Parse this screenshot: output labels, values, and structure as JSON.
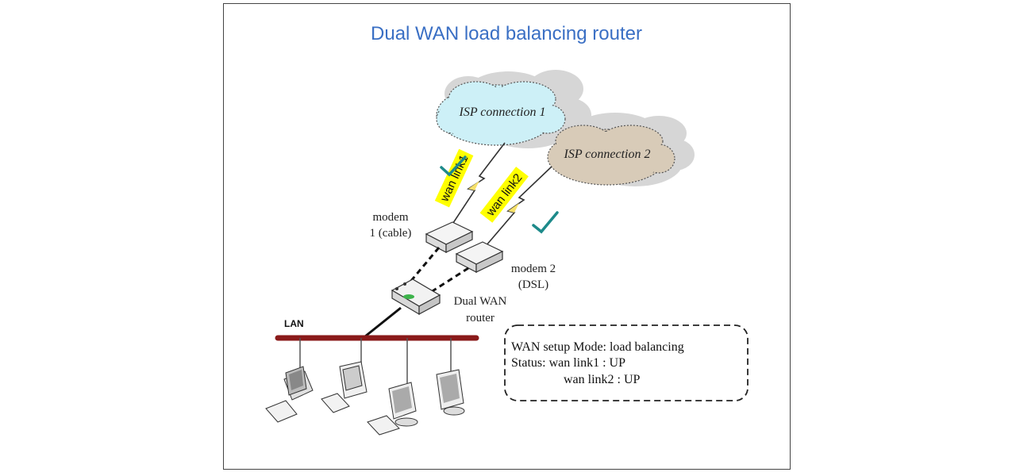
{
  "title": "Dual WAN load balancing router",
  "clouds": {
    "isp1": "ISP connection 1",
    "isp2": "ISP connection 2"
  },
  "links": {
    "wan1": "wan link1",
    "wan2": "wan link2"
  },
  "devices": {
    "modem1_line1": "modem",
    "modem1_line2": "1 (cable)",
    "modem2_line1": "modem 2",
    "modem2_line2": "(DSL)",
    "router_line1": "Dual WAN",
    "router_line2": "router",
    "lan": "LAN"
  },
  "status_box": {
    "line1": "WAN setup Mode: load balancing",
    "line2": "Status: wan link1 : UP",
    "line3": "wan link2 : UP"
  },
  "colors": {
    "title": "#3a6fc4",
    "cloud1_fill": "#cdf0f7",
    "cloud2_fill": "#d8cbb8",
    "highlight": "#ffff00",
    "lan_bar": "#8a1a1a",
    "checkmark": "#1d8a8a"
  }
}
